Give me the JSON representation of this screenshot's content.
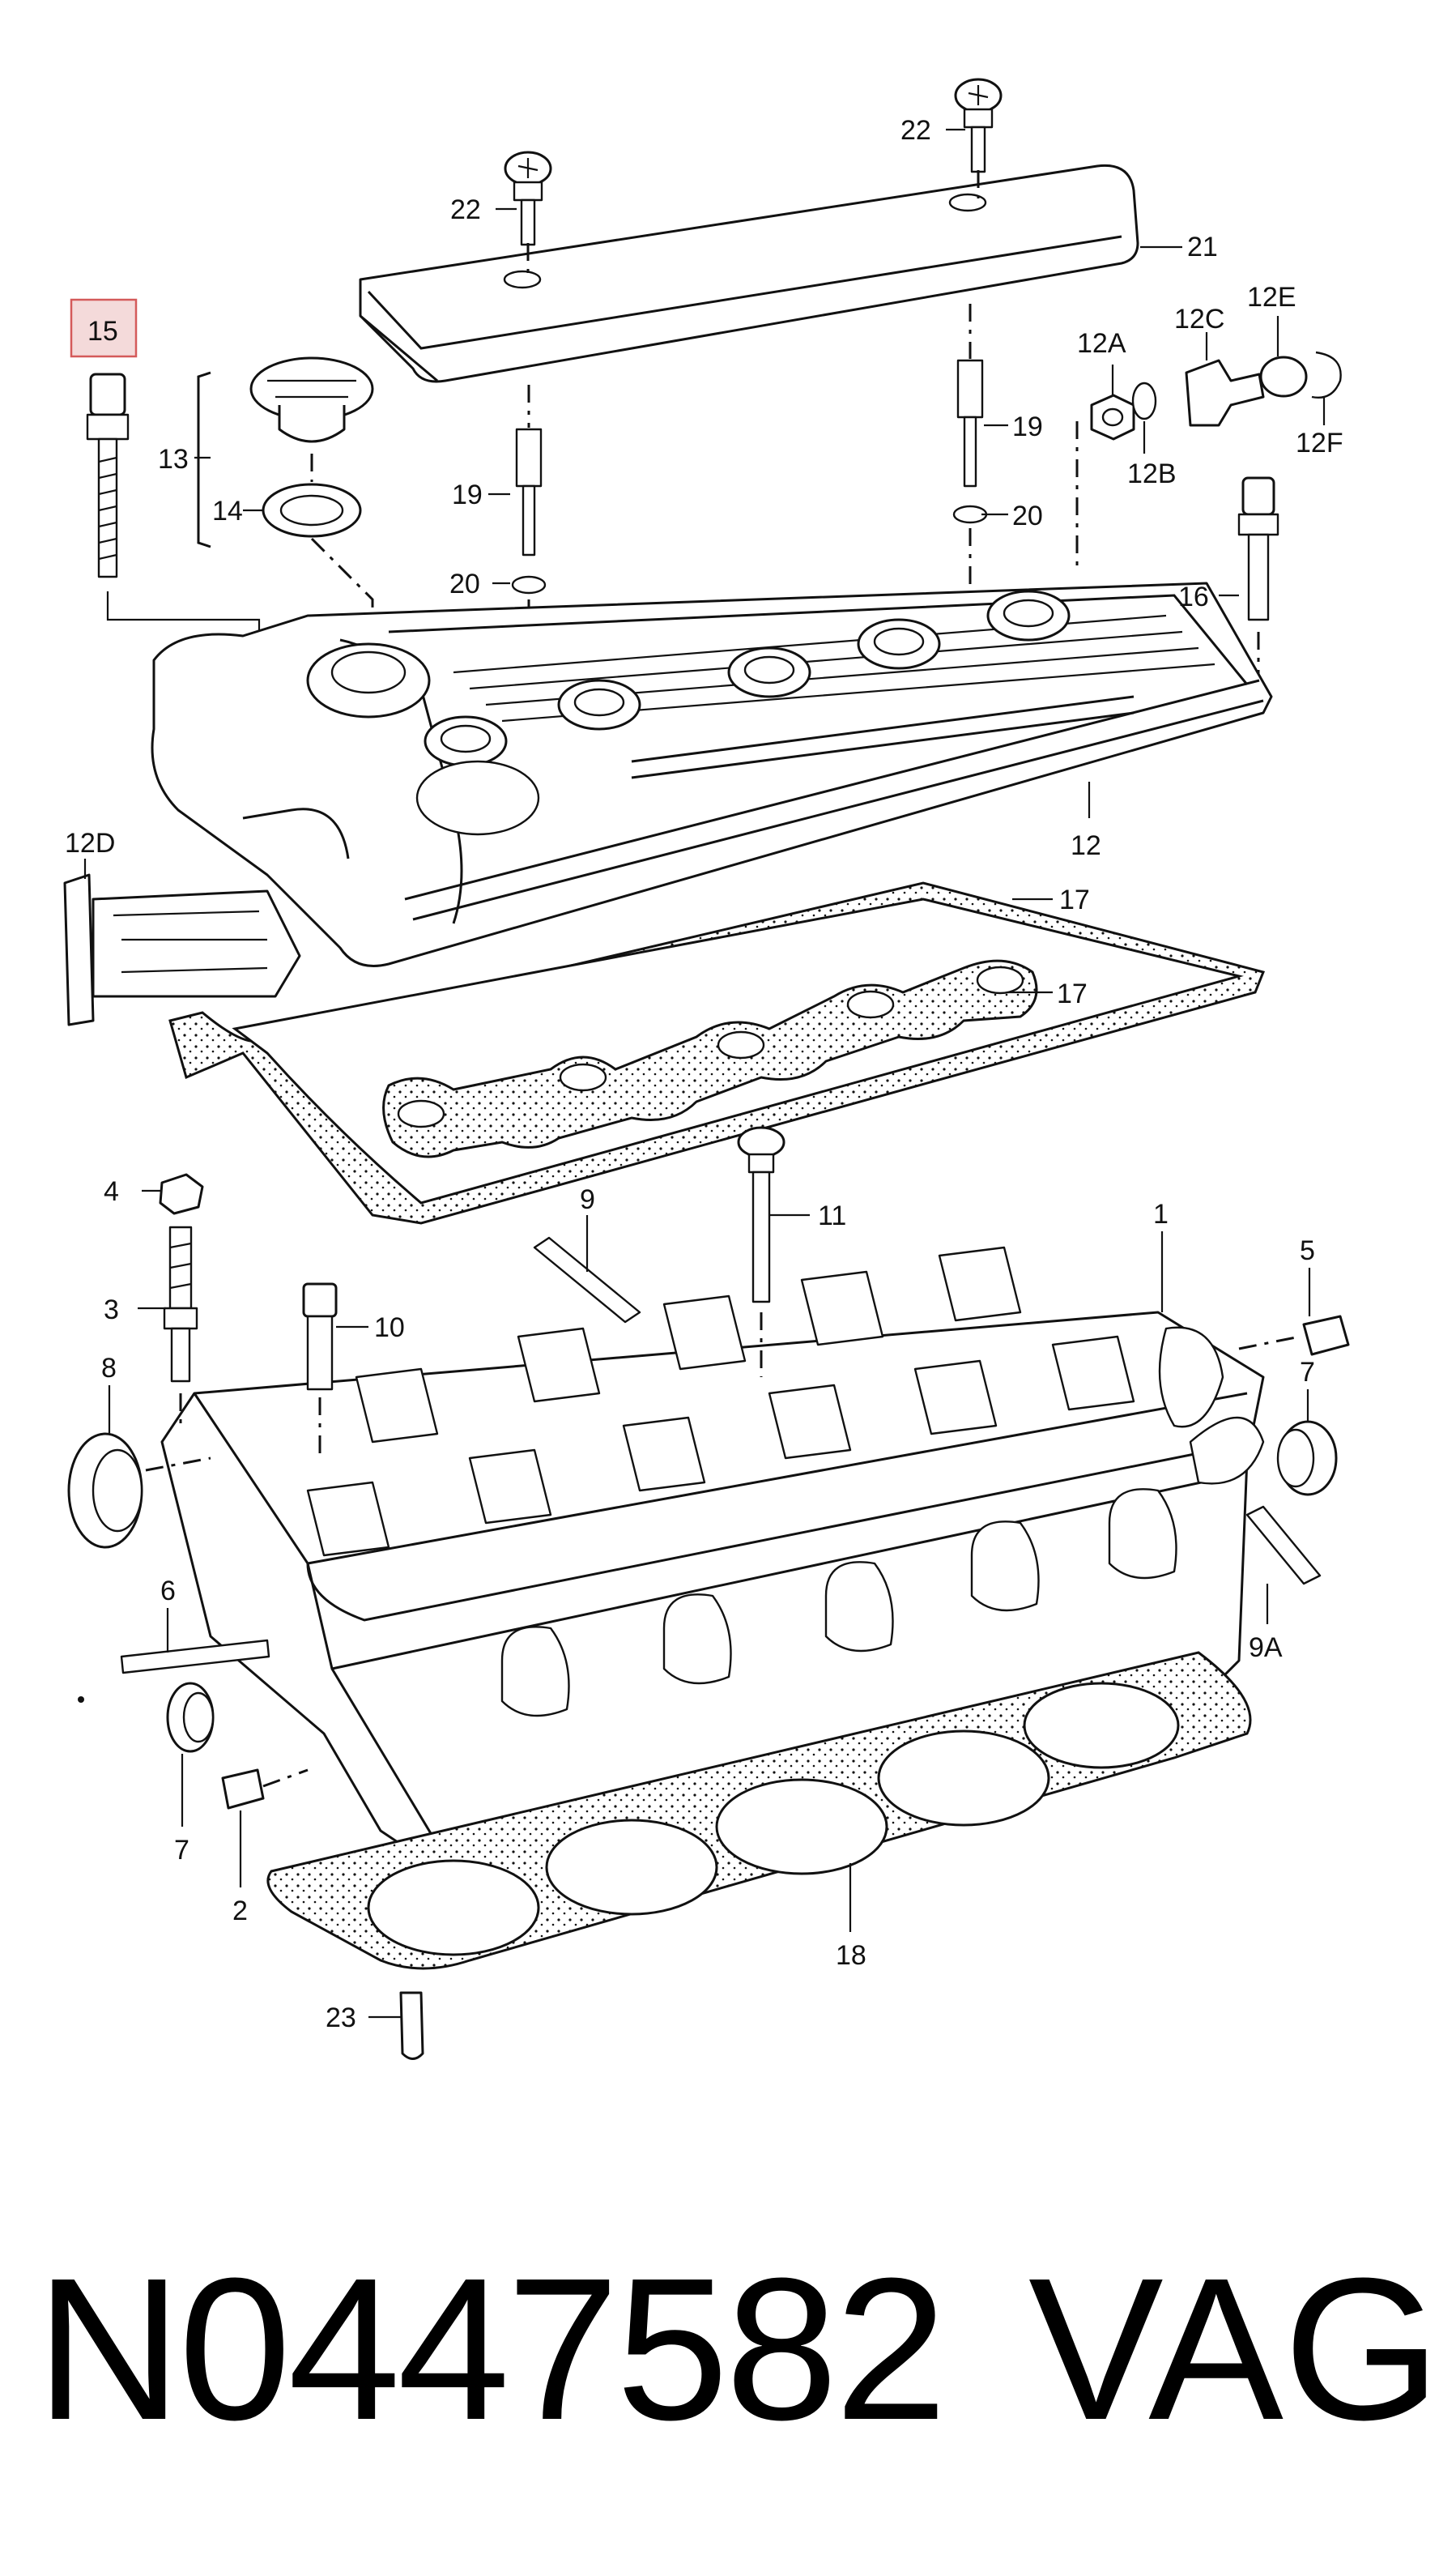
{
  "diagram": {
    "callouts": [
      "15",
      "22",
      "22",
      "21",
      "13",
      "14",
      "19",
      "19",
      "20",
      "20",
      "12A",
      "12C",
      "12E",
      "12B",
      "12F",
      "16",
      "12D",
      "12",
      "17",
      "17",
      "4",
      "9",
      "11",
      "1",
      "5",
      "3",
      "10",
      "8",
      "7",
      "6",
      "9A",
      "7",
      "2",
      "18",
      "23"
    ],
    "highlighted": "15"
  },
  "footer": {
    "part_number": "N0447582",
    "brand": "VAG"
  },
  "colors": {
    "highlight_fill": "#f4dada",
    "highlight_border": "#d45a5a",
    "ink": "#111111"
  }
}
